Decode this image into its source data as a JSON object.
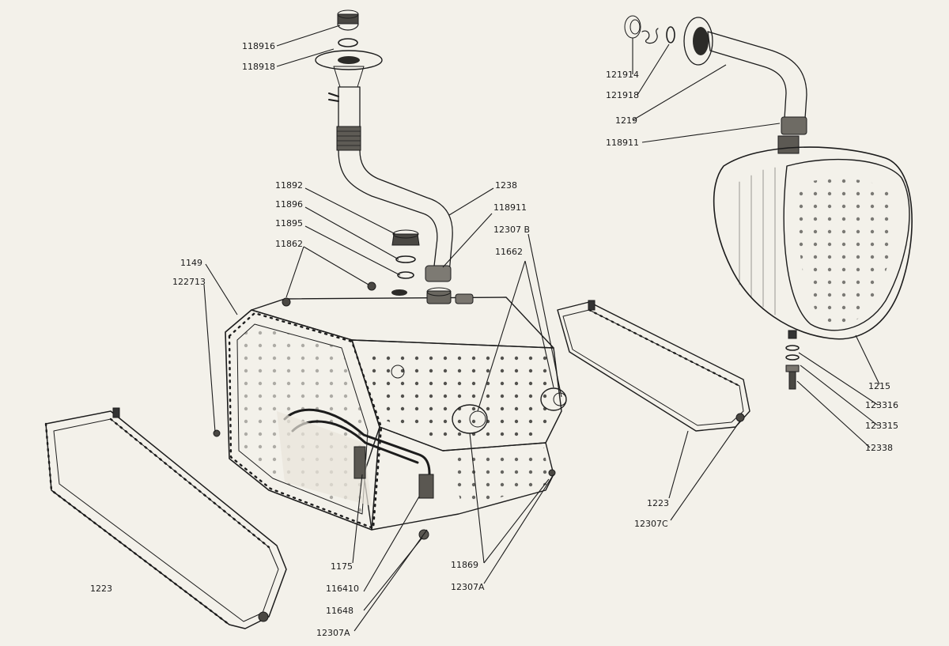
{
  "labels": {
    "l118916": "118916",
    "l118918": "118918",
    "l121914": "121914",
    "l121918": "121918",
    "l1219": "1219",
    "l118911_top": "118911",
    "l1238": "1238",
    "l11892": "11892",
    "l11896": "11896",
    "l11895": "11895",
    "l11862": "11862",
    "l118911_mid": "118911",
    "l12307B": "12307 B",
    "l11662": "11662",
    "l1149": "1149",
    "l122713": "122713",
    "l1215": "1215",
    "l123316": "123316",
    "l123315": "123315",
    "l12338": "12338",
    "l1223_right": "1223",
    "l12307C": "12307C",
    "l1223_left": "1223",
    "l1175": "1175",
    "l116410": "116410",
    "l11648": "11648",
    "l12307A_bottom": "12307A",
    "l11869": "11869",
    "l12307A_mid": "12307A"
  },
  "colors": {
    "paper": "#f3f1ea",
    "ink": "#1c1c1c",
    "metal_light": "#d9d6cf",
    "metal_mid": "#9a978f",
    "metal_dark": "#2a2926"
  }
}
